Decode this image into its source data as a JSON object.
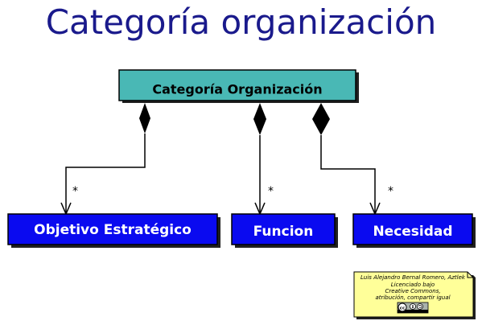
{
  "title": "Categoría organización",
  "root_class": {
    "label": "Categoría Organización",
    "fill": "#49b8b5"
  },
  "child_classes": [
    {
      "label": "Objetivo Estratégico",
      "multiplicity": "*"
    },
    {
      "label": "Funcion",
      "multiplicity": "*"
    },
    {
      "label": "Necesidad",
      "multiplicity": "*"
    }
  ],
  "child_fill": "#0a0af0",
  "note": {
    "lines": [
      "Luis Alejandro Bernal Romero, Aztlek",
      "Licenciado bajo",
      "Creative Commons,",
      "atribución, compartir igual"
    ],
    "badge": "cc-by-sa-badge",
    "fill": "#ffff99"
  },
  "colors": {
    "title": "#1a1a8c",
    "line": "#000000"
  }
}
